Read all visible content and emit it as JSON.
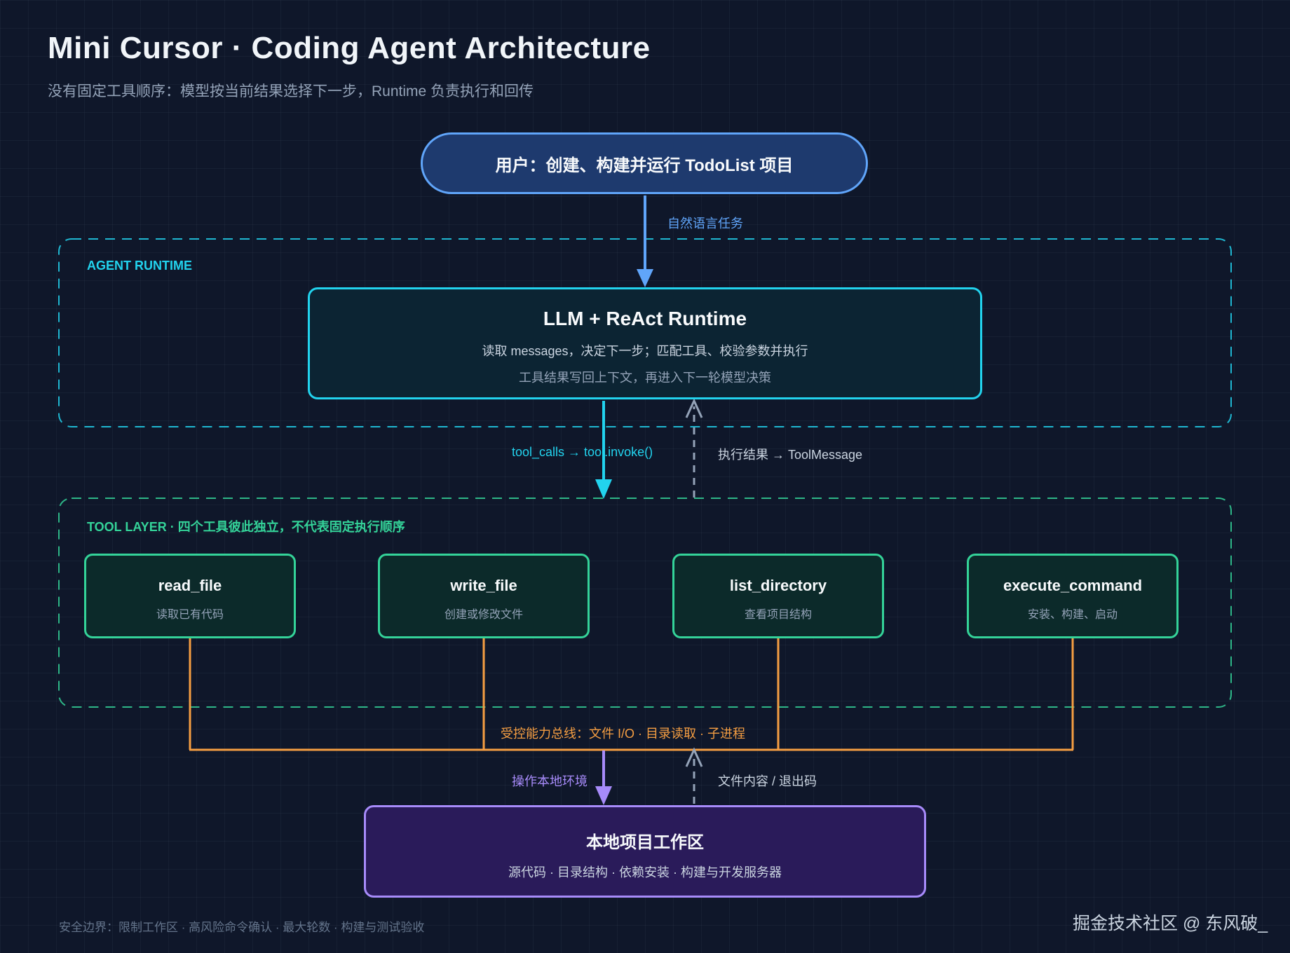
{
  "header": {
    "title": "Mini Cursor · Coding Agent Architecture",
    "subtitle": "没有固定工具顺序：模型按当前结果选择下一步，Runtime 负责执行和回传"
  },
  "user": {
    "label": "用户：创建、构建并运行 TodoList 项目"
  },
  "edges": {
    "user_to_runtime": "自然语言任务",
    "tool_calls": "tool_calls → tool.invoke()",
    "tool_result": "执行结果 → ToolMessage",
    "bus": "受控能力总线：文件 I/O · 目录读取 · 子进程",
    "operate_local": "操作本地环境",
    "file_content": "文件内容 / 退出码"
  },
  "agent_runtime": {
    "zone_label": "AGENT RUNTIME",
    "title": "LLM + ReAct Runtime",
    "line1": "读取 messages，决定下一步；匹配工具、校验参数并执行",
    "line2": "工具结果写回上下文，再进入下一轮模型决策"
  },
  "tool_layer": {
    "zone_label": "TOOL LAYER · 四个工具彼此独立，不代表固定执行顺序",
    "tools": [
      {
        "name": "read_file",
        "desc": "读取已有代码"
      },
      {
        "name": "write_file",
        "desc": "创建或修改文件"
      },
      {
        "name": "list_directory",
        "desc": "查看项目结构"
      },
      {
        "name": "execute_command",
        "desc": "安装、构建、启动"
      }
    ]
  },
  "workspace": {
    "title": "本地项目工作区",
    "desc": "源代码 · 目录结构 · 依赖安装 · 构建与开发服务器"
  },
  "footer": {
    "note": "安全边界：限制工作区 · 高风险命令确认 · 最大轮数 · 构建与测试验收",
    "watermark": "掘金技术社区 @ 东风破_"
  },
  "colors": {
    "background": "#0f172a",
    "user": "#60a5fa",
    "runtime": "#22d3ee",
    "tools": "#34d399",
    "bus": "#f59e42",
    "workspace": "#a78bfa",
    "return_path": "#94a3b8"
  }
}
